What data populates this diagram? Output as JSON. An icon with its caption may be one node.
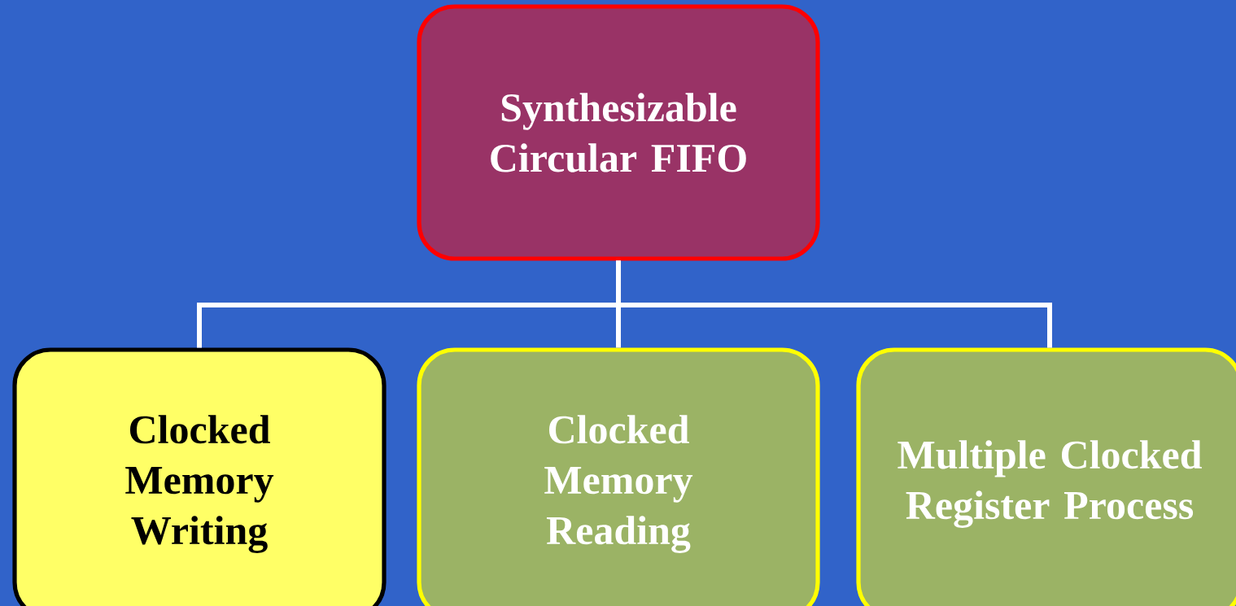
{
  "diagram": {
    "nodes": [
      {
        "text": [
          "Synthesizable Circular FIFO"
        ]
      },
      {
        "text": [
          "Clocked Memory Writing"
        ]
      },
      {
        "text": [
          "Clocked Memory Reading"
        ]
      },
      {
        "text": [
          "Multiple Clocked Register Process"
        ]
      }
    ],
    "edges": [
      {
        "from": 0,
        "to": 1,
        "arrow": "none"
      },
      {
        "from": 0,
        "to": 2,
        "arrow": "none"
      },
      {
        "from": 0,
        "to": 3,
        "arrow": "none"
      }
    ]
  }
}
